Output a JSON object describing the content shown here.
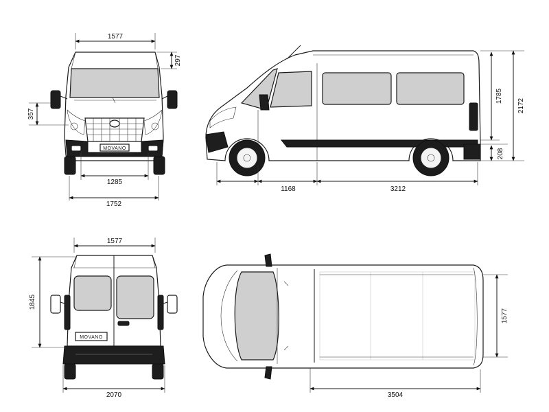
{
  "colors": {
    "line": "#1a1a1a",
    "glass": "#cfcfcf",
    "trim": "#1e1e1e",
    "background": "#ffffff"
  },
  "front_view": {
    "badge": "MOVANO",
    "dims": {
      "roof_width": "1577",
      "roof_height": "297",
      "mirror_height": "357",
      "track_width": "1285",
      "body_width": "1752"
    }
  },
  "side_view": {
    "dims": {
      "front_overhang": "1168",
      "wheelbase": "3212",
      "load_height": "1785",
      "total_height": "2172",
      "ground_clearance": "208"
    }
  },
  "rear_view": {
    "badge": "MOVANO",
    "dims": {
      "roof_width": "1577",
      "door_height": "1845",
      "mirror_width": "2070"
    }
  },
  "top_view": {
    "dims": {
      "cargo_width": "1577",
      "cargo_length": "3504"
    }
  }
}
